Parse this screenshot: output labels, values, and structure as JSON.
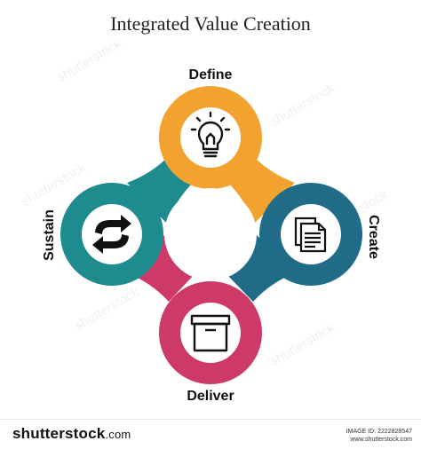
{
  "title": "Integrated Value Creation",
  "stages": [
    {
      "label": "Define",
      "icon": "lightbulb-icon",
      "color": "#F2A22F"
    },
    {
      "label": "Create",
      "icon": "documents-icon",
      "color": "#1F6B88"
    },
    {
      "label": "Deliver",
      "icon": "archive-box-icon",
      "color": "#CD3A67"
    },
    {
      "label": "Sustain",
      "icon": "cycle-arrows-icon",
      "color": "#1E8C8E"
    }
  ],
  "footer": {
    "brand": "shutterstock",
    "brand_suffix": ".com",
    "image_id": "IMAGE ID: 2222828547",
    "site": "www.shutterstock.com"
  },
  "watermark_text": "shutterstock"
}
